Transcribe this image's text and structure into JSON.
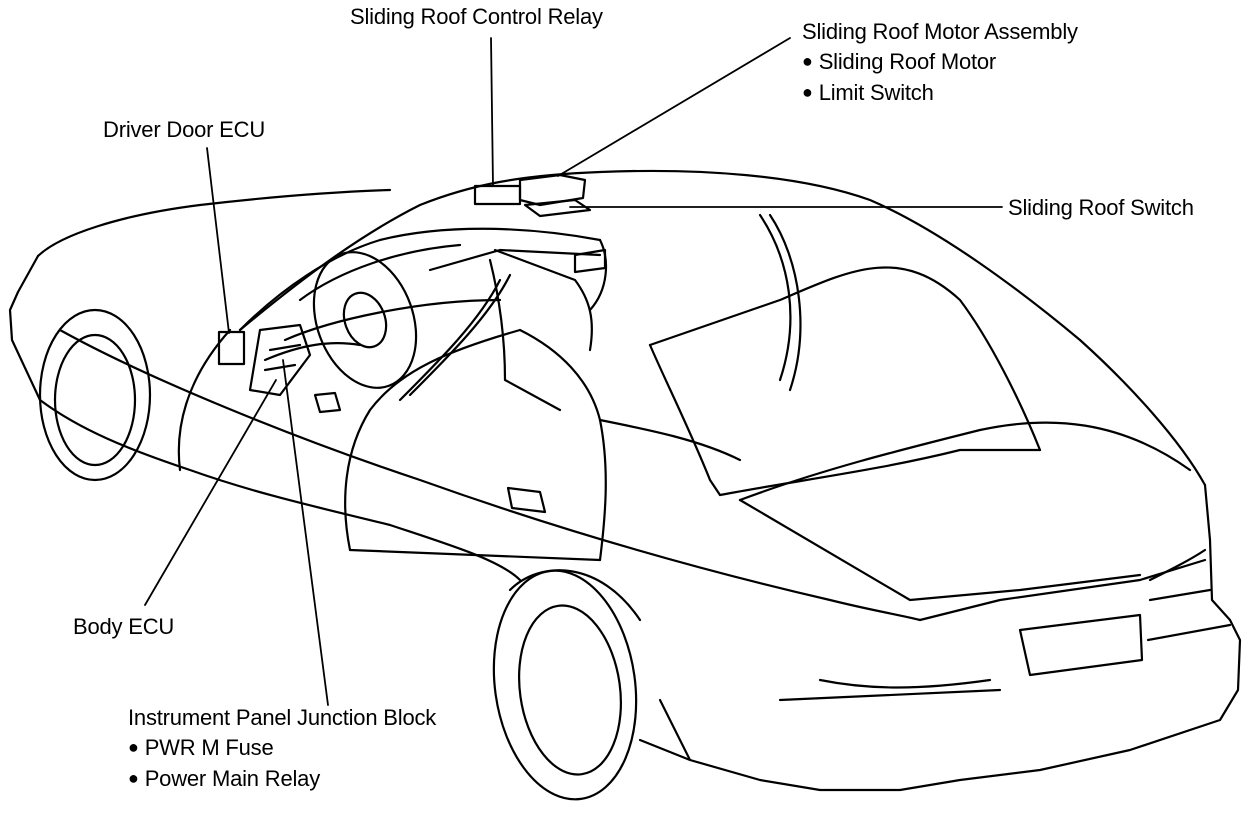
{
  "labels": {
    "control_relay": "Sliding Roof Control Relay",
    "motor_assembly": {
      "title": "Sliding Roof Motor Assembly",
      "items": [
        "Sliding Roof Motor",
        "Limit Switch"
      ]
    },
    "driver_door_ecu": "Driver Door ECU",
    "roof_switch": "Sliding Roof Switch",
    "body_ecu": "Body ECU",
    "junction_block": {
      "title": "Instrument Panel Junction Block",
      "items": [
        "PWR M Fuse",
        "Power Main Relay"
      ]
    }
  },
  "colors": {
    "line": "#000000",
    "background": "#ffffff"
  },
  "bullet_glyph": "●"
}
